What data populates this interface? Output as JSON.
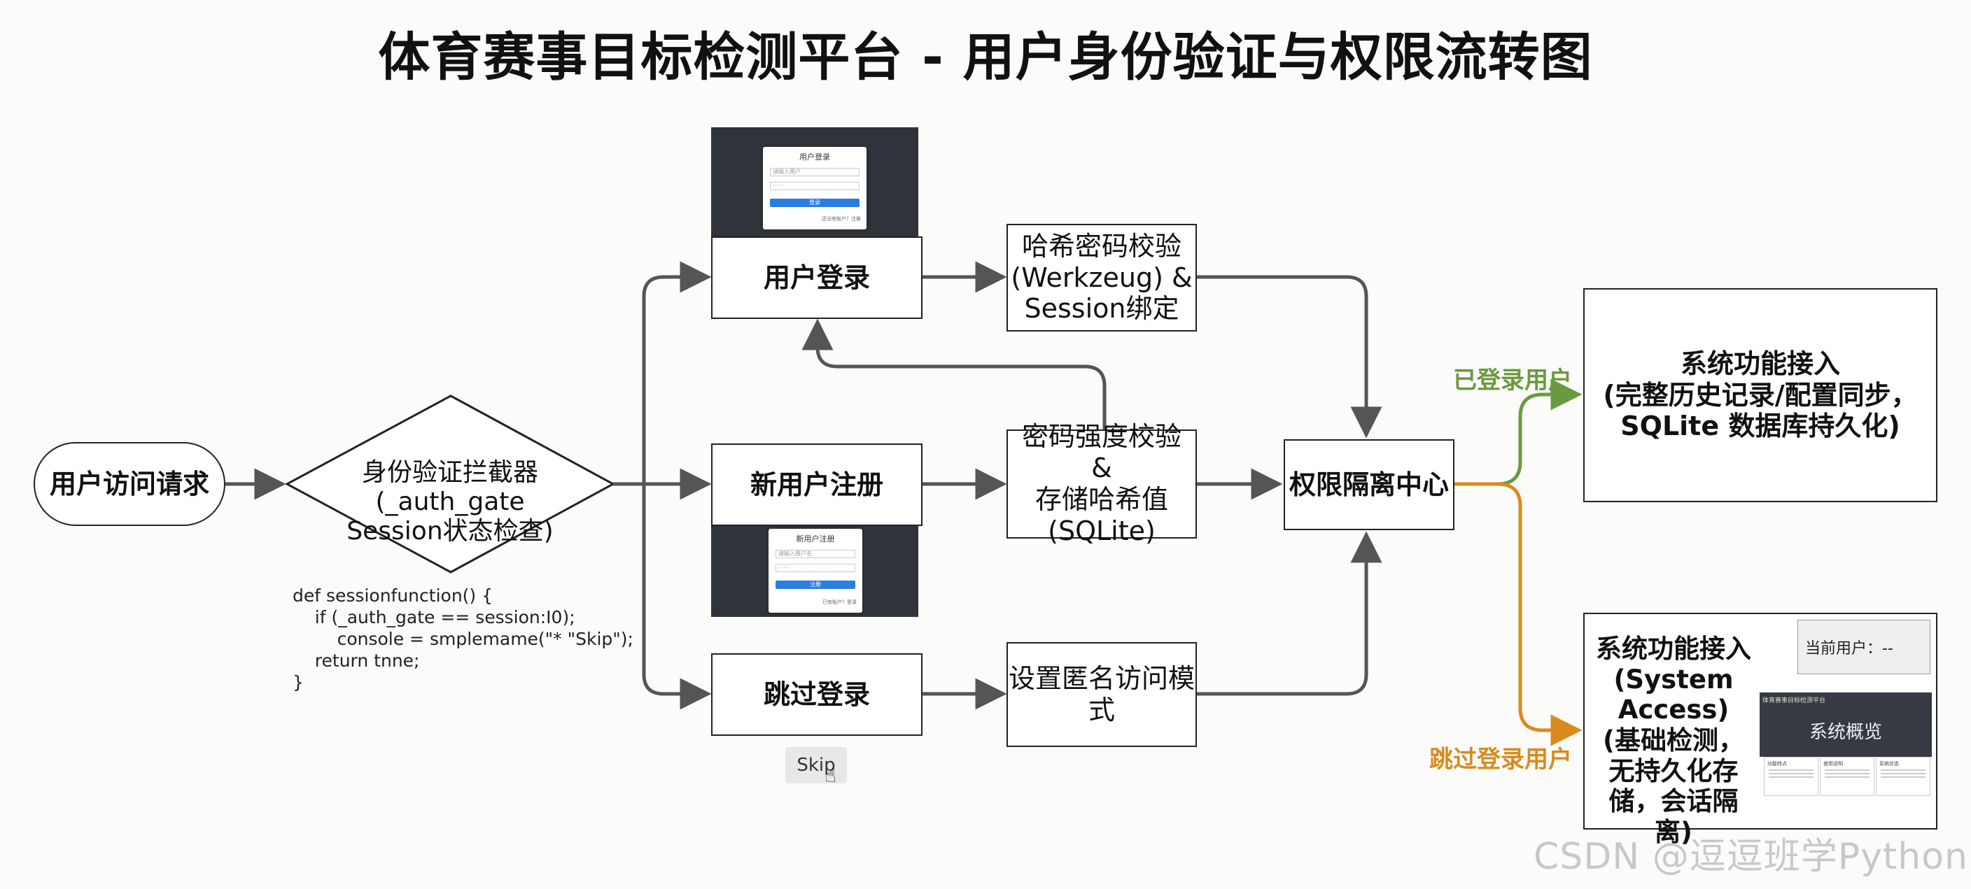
{
  "title": "体育赛事目标检测平台 - 用户身份验证与权限流转图",
  "nodes": {
    "start": "用户访问请求",
    "gate": "身份验证拦截器\n(_auth_gate\nSession状态检查)",
    "login": "用户登录",
    "register": "新用户注册",
    "skip": "跳过登录",
    "hash_verify": "哈希密码校验\n(Werkzeug) &\nSession绑定",
    "pwd_strength": "密码强度校验 &\n存储哈希值\n(SQLite)",
    "anon": "设置匿名访问模式",
    "center": "权限隔离中心",
    "full_access": "系统功能接入\n(完整历史记录/配置同步，\nSQLite 数据库持久化)",
    "basic_access": "系统功能接入\n(System\nAccess)\n(基础检测，\n无持久化存\n储，会话隔离)"
  },
  "edge_labels": {
    "logged_in": "已登录用户",
    "skipped": "跳过登录用户"
  },
  "colors": {
    "arrow": "#555555",
    "logged_in": "#6a9a3f",
    "skipped": "#d98b1c"
  },
  "code_lines": [
    "def sessionfunction() {",
    "    if (_auth_gate == session:I0);",
    "        console = smplemame(\"* \"Skip\");",
    "    return tnne;",
    "}"
  ],
  "login_thumb": {
    "title": "用户登录",
    "field": "请输入用户",
    "field2": "······",
    "button": "登录",
    "link": "还没有账户？注册"
  },
  "register_thumb": {
    "title": "新用户注册",
    "field": "请输入用户名",
    "field2": "······",
    "button": "注册",
    "link": "已有账户？登录"
  },
  "skip_button": "Skip",
  "current_user": "当前用户：--",
  "overview": {
    "app_name": "体育赛事目标检测平台",
    "heading": "系统概览",
    "panels": [
      "功能特点",
      "使用说明",
      "系统状态"
    ]
  },
  "watermark": "CSDN @逗逗班学Python"
}
